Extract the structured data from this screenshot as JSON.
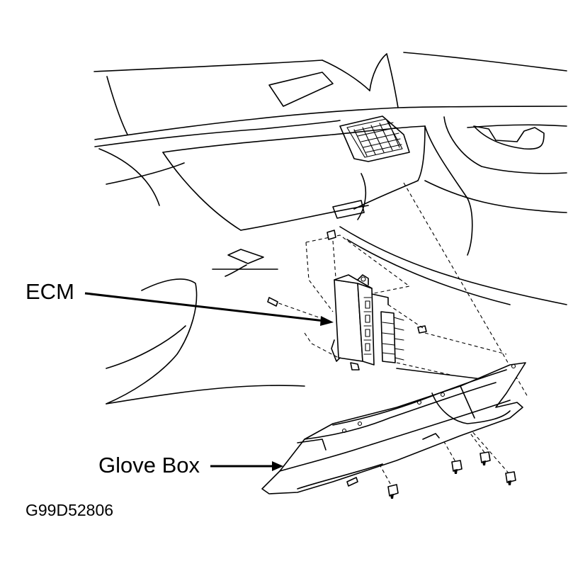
{
  "labels": {
    "ecm": "ECM",
    "glove_box": "Glove Box",
    "figure_code": "G99D52806"
  }
}
